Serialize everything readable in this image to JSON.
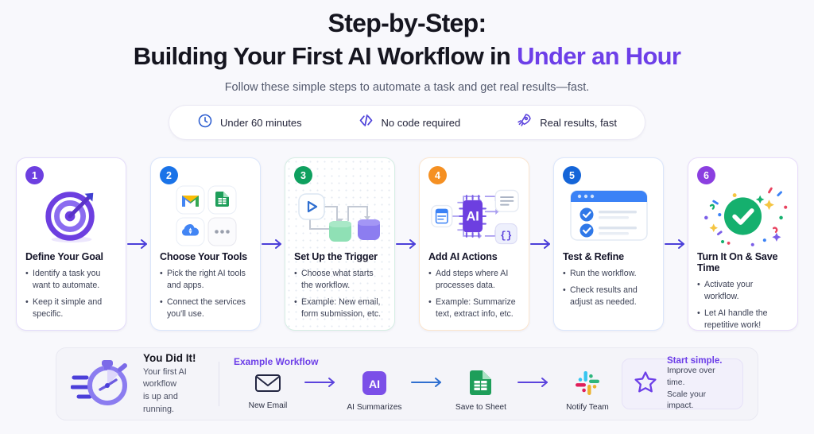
{
  "header": {
    "title_line1": "Step-by-Step:",
    "title_line2_plain": "Building Your First AI Workflow in ",
    "title_line2_accent": "Under an Hour",
    "subtitle": "Follow these simple steps to automate a task and get real results—fast.",
    "accent_color": "#6d3fe8"
  },
  "badges": [
    {
      "icon": "clock-icon",
      "label": "Under 60 minutes"
    },
    {
      "icon": "code-icon",
      "label": "No code required"
    },
    {
      "icon": "rocket-icon",
      "label": "Real results, fast"
    }
  ],
  "steps": [
    {
      "number": "1",
      "badge_color": "#6d3fe0",
      "title": "Define Your Goal",
      "art": "target-dart-icon",
      "bullets": [
        "Identify a task you want to automate.",
        "Keep it simple and specific."
      ]
    },
    {
      "number": "2",
      "badge_color": "#1a73e8",
      "title": "Choose Your Tools",
      "art": "app-tiles-icon",
      "bullets": [
        "Pick the right AI tools and apps.",
        "Connect the services you'll use."
      ]
    },
    {
      "number": "3",
      "badge_color": "#0fa05f",
      "title": "Set Up the Trigger",
      "art": "flow-nodes-icon",
      "bullets": [
        "Choose what starts the workflow.",
        "Example: New email, form submission, etc."
      ]
    },
    {
      "number": "4",
      "badge_color": "#f59022",
      "title": "Add AI Actions",
      "art": "ai-chip-icon",
      "bullets": [
        "Add steps where AI processes data.",
        "Example: Summarize text, extract info, etc."
      ]
    },
    {
      "number": "5",
      "badge_color": "#1565d8",
      "title": "Test & Refine",
      "art": "browser-checklist-icon",
      "bullets": [
        "Run the workflow.",
        "Check results and adjust as needed."
      ]
    },
    {
      "number": "6",
      "badge_color": "#8b3fe0",
      "title": "Turn It On & Save Time",
      "art": "success-check-confetti-icon",
      "bullets": [
        "Activate your workflow.",
        "Let AI handle the repetitive work!"
      ]
    }
  ],
  "footer": {
    "done": {
      "icon": "stopwatch-icon",
      "title": "You Did It!",
      "line1": "Your first AI workflow",
      "line2": "is up and running."
    },
    "flow": {
      "title": "Example Workflow",
      "nodes": [
        {
          "icon": "envelope-icon",
          "label": "New Email"
        },
        {
          "icon": "ai-square-icon",
          "label": "AI Summarizes"
        },
        {
          "icon": "google-sheets-icon",
          "label": "Save to Sheet"
        },
        {
          "icon": "slack-icon",
          "label": "Notify Team"
        }
      ]
    },
    "tip": {
      "icon": "star-icon",
      "title": "Start simple.",
      "line1": "Improve over time.",
      "line2": "Scale your impact."
    }
  }
}
